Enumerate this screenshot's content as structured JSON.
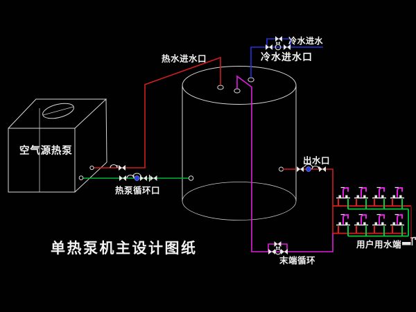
{
  "title": "单热泵机主设计图纸",
  "labels": {
    "heat_pump": "空气源热泵",
    "hot_water_inlet": "热水进水口",
    "cold_water_supply": "冷水进水",
    "cold_water_inlet": "冷水进水口",
    "outlet": "出水口",
    "hp_circulation": "热泵循环口",
    "terminal_circulation": "末端循环",
    "user_end": "用户用水端"
  },
  "colors": {
    "background": "#000000",
    "linework": "#d9d9d9",
    "hot_water_pipe": "#d01e1e",
    "hot_water_branch_dark": "#7d1414",
    "cold_water_pipe": "#2733e0",
    "circulation_pipe_green": "#00b83c",
    "return_pipe_magenta": "#e01ee0",
    "pump_dot_blue": "#2b3fe0",
    "text": "#f2f2f2"
  },
  "icons": [
    "fan-icon",
    "valve-icon",
    "check-valve-icon",
    "pump-icon",
    "nozzle-icon",
    "faucet-icon",
    "user-end-icon"
  ],
  "equipment": {
    "fixture_rows": 2,
    "fixtures_per_row": 4
  }
}
